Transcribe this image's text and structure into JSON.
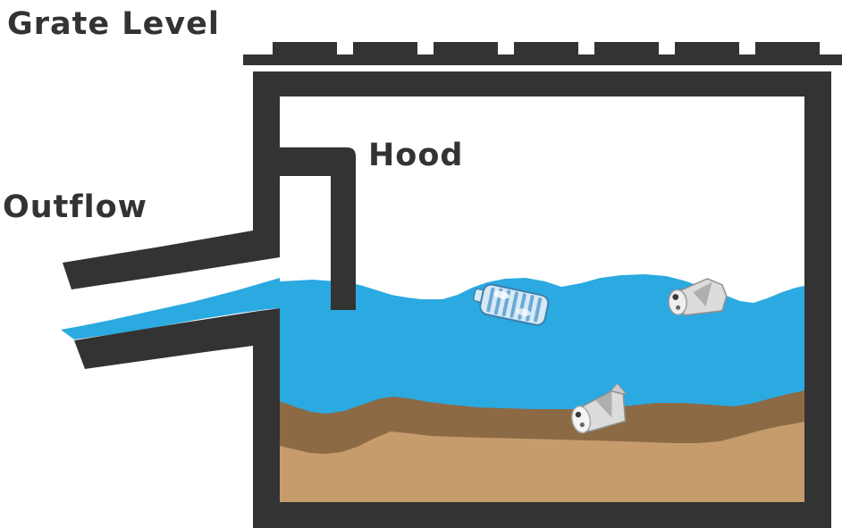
{
  "diagram": {
    "type": "catch-basin-cross-section",
    "labels": {
      "grate_level": "Grate Level",
      "hood": "Hood",
      "outflow": "Outflow"
    },
    "colors": {
      "background": "#ffffff",
      "structure": "#333333",
      "label_text": "#333333",
      "water": "#2BA9E1",
      "sediment_top": "#8C6A45",
      "sediment_bottom": "#C69C6D",
      "bottle_body_blue": "#D6E9F6",
      "bottle_rib_blue": "#5A9FD0",
      "bottle_outline_blue": "#3D7FAE",
      "bottle_body_gray": "#DCDCDC",
      "bottle_shade_gray": "#AFAFAF",
      "bottle_outline_gray": "#8F8F8F",
      "bottle_mouth_dark": "#3A3A3A"
    },
    "objects": {
      "floating_bottle_ribbed": "ribbed-plastic-bottle-floating",
      "floating_bottle_crushed": "crushed-plastic-bottle-floating",
      "sunken_bottle": "plastic-bottle-on-sediment"
    }
  }
}
